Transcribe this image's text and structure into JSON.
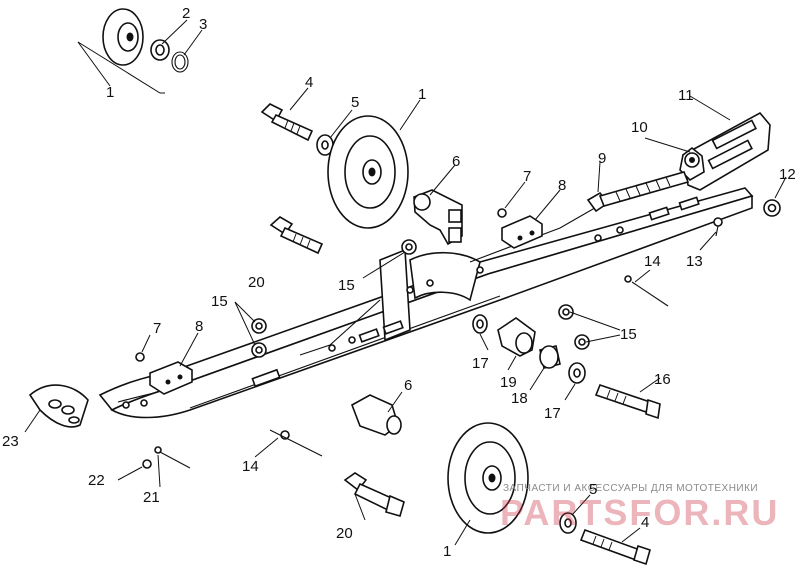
{
  "callouts": [
    {
      "id": "c1a",
      "text": "1"
    },
    {
      "id": "c2",
      "text": "2"
    },
    {
      "id": "c3",
      "text": "3"
    },
    {
      "id": "c4a",
      "text": "4"
    },
    {
      "id": "c5a",
      "text": "5"
    },
    {
      "id": "c1b",
      "text": "1"
    },
    {
      "id": "c6a",
      "text": "6"
    },
    {
      "id": "c7a",
      "text": "7"
    },
    {
      "id": "c8a",
      "text": "8"
    },
    {
      "id": "c9",
      "text": "9"
    },
    {
      "id": "c10",
      "text": "10"
    },
    {
      "id": "c11",
      "text": "11"
    },
    {
      "id": "c12",
      "text": "12"
    },
    {
      "id": "c13",
      "text": "13"
    },
    {
      "id": "c14a",
      "text": "14"
    },
    {
      "id": "c15a",
      "text": "15"
    },
    {
      "id": "c15b",
      "text": "15"
    },
    {
      "id": "c15c",
      "text": "15"
    },
    {
      "id": "c16",
      "text": "16"
    },
    {
      "id": "c17a",
      "text": "17"
    },
    {
      "id": "c17b",
      "text": "17"
    },
    {
      "id": "c18",
      "text": "18"
    },
    {
      "id": "c19",
      "text": "19"
    },
    {
      "id": "c20a",
      "text": "20"
    },
    {
      "id": "c20b",
      "text": "20"
    },
    {
      "id": "c7b",
      "text": "7"
    },
    {
      "id": "c8b",
      "text": "8"
    },
    {
      "id": "c6b",
      "text": "6"
    },
    {
      "id": "c23",
      "text": "23"
    },
    {
      "id": "c22",
      "text": "22"
    },
    {
      "id": "c21",
      "text": "21"
    },
    {
      "id": "c14b",
      "text": "14"
    },
    {
      "id": "c1c",
      "text": "1"
    },
    {
      "id": "c5b",
      "text": "5"
    },
    {
      "id": "c4b",
      "text": "4"
    }
  ],
  "watermark": {
    "caption": "ЗАПЧАСТИ И АКСЕССУАРЫ ДЛЯ МОТОТЕХНИКИ",
    "brand": "PARTSFOR.RU"
  },
  "colors": {
    "ink": "#111111",
    "watermark_brand": "#c8283b",
    "background": "#ffffff"
  }
}
